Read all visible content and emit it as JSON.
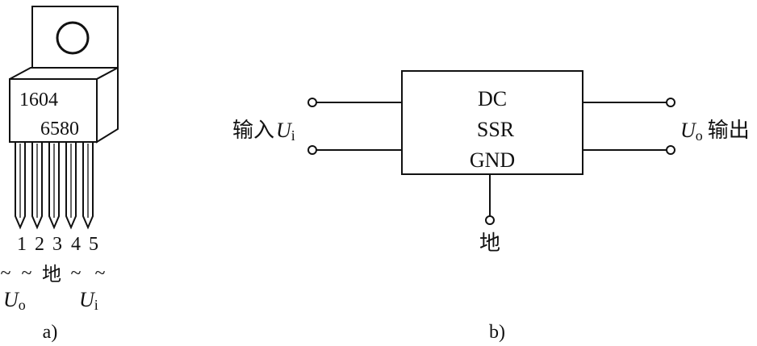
{
  "figure_a": {
    "chip_line1": "1604",
    "chip_line2": "6580",
    "pins": [
      "1",
      "2",
      "3",
      "4",
      "5"
    ],
    "pin_funcs": [
      "~",
      "~",
      "地",
      "~",
      "~"
    ],
    "out_label": "U",
    "out_sub": "o",
    "in_label": "U",
    "in_sub": "i",
    "caption": "a)"
  },
  "figure_b": {
    "box_line1": "DC",
    "box_line2": "SSR",
    "box_line3": "GND",
    "input_text": "输入",
    "input_var": "U",
    "input_sub": "i",
    "output_var": "U",
    "output_sub": "o",
    "output_text": "输出",
    "ground_label": "地",
    "caption": "b)"
  }
}
